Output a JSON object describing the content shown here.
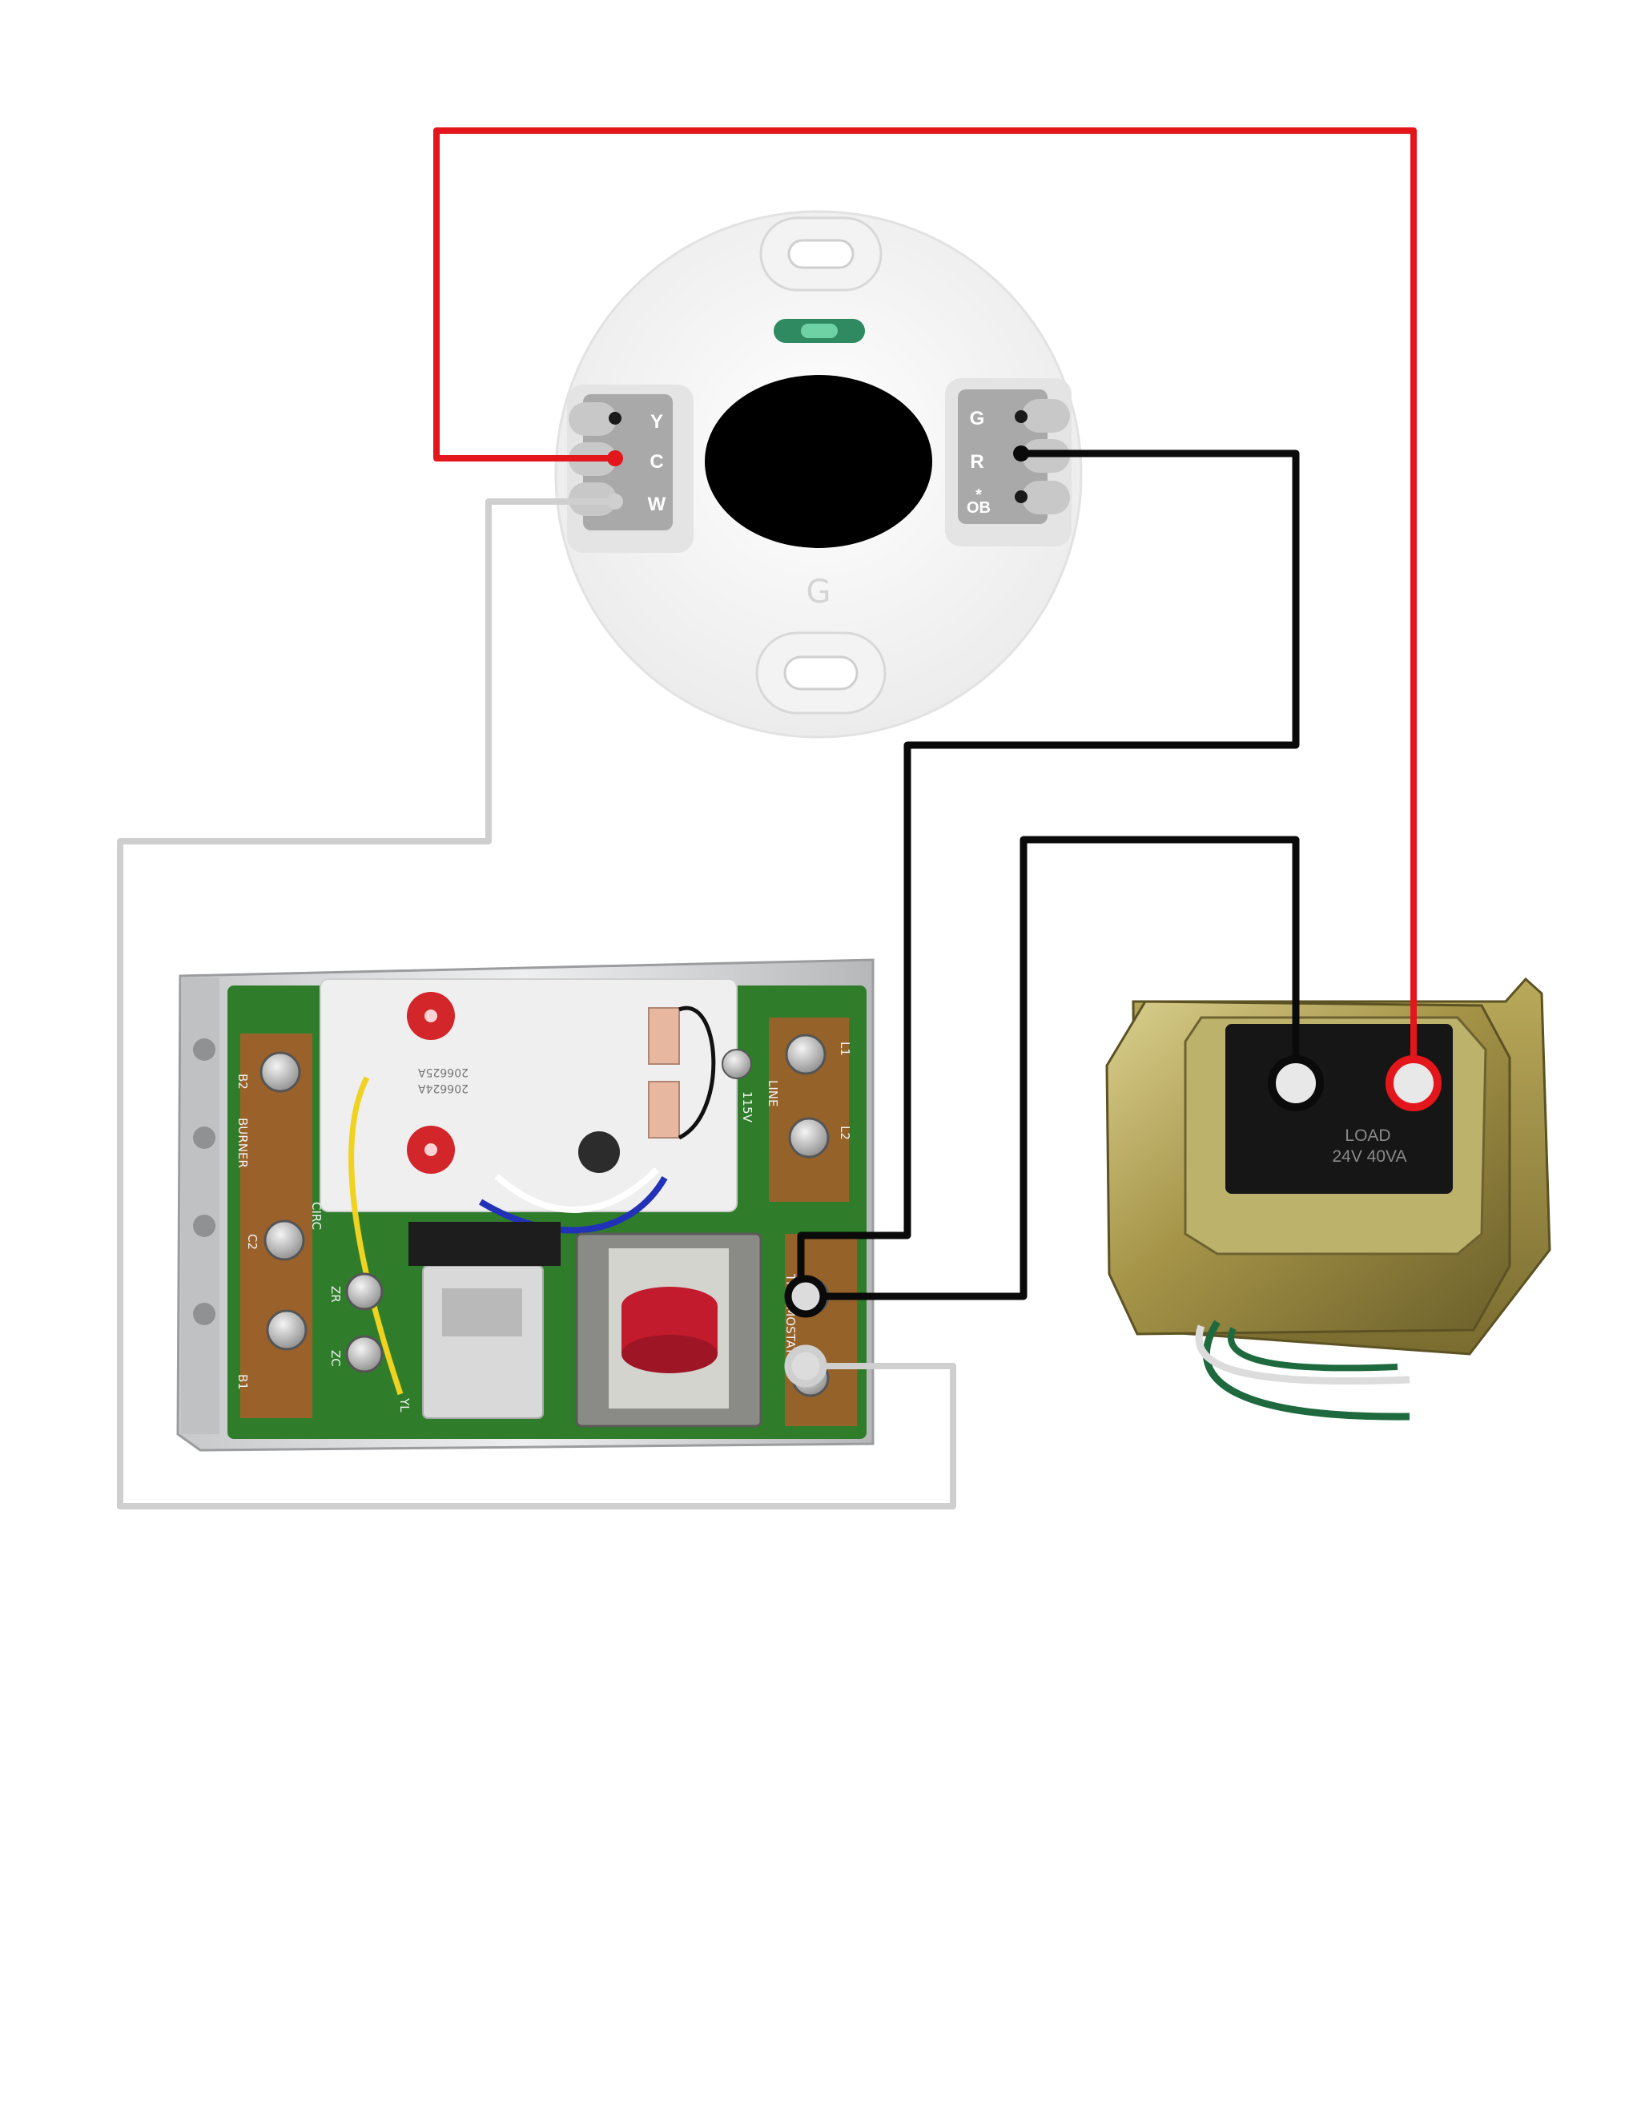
{
  "thermostat_base": {
    "left_terminals": [
      "Y",
      "C",
      "W"
    ],
    "right_terminals": [
      "G",
      "R",
      "OB"
    ],
    "ob_marker": "*",
    "logo": "G"
  },
  "relay_board": {
    "left_labels": [
      "B2",
      "BURNER",
      "CIRC",
      "C2",
      "B1",
      "ZR",
      "ZC"
    ],
    "right_labels": [
      "L1",
      "LINE",
      "L2",
      "115V"
    ],
    "thermostat_label": "THERMOSTAT",
    "bottom_label": "YL",
    "part_numbers": [
      "206625A",
      "206624A"
    ]
  },
  "transformer": {
    "label_line1": "LOAD",
    "label_line2": "24V 40VA"
  },
  "wires": {
    "red": "#e3161b",
    "black": "#0a0a0a",
    "gray": "#cfcfcf"
  }
}
